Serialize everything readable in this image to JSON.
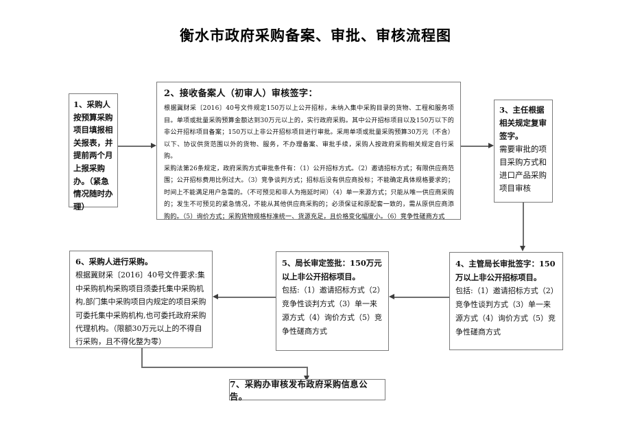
{
  "title": "衡水市政府采购备案、审批、审核流程图",
  "boxes": {
    "box1": {
      "id": "1",
      "text": "1、采购人按预算采购项目填报相关报表，并提前两个月上报采购办。（紧急情况随时办理）"
    },
    "box2": {
      "heading": "2、接收备案人（初审人）审核签字：",
      "para1": "根据冀财采〔2016〕40号文件规定150万以上公开招标，未纳入集中采购目录的货物、工程和服务项目。单项或批量采购预算金额达到30万元以上的，实行政府采购。其中公开招标项目以及150万以下的非公开招标项目备案；150万以上非公开招标项目进行审批。采用单项或批量采购预算30万元（不含）以下、协议供货范围以外的货物、服务，不办理备案、审批手续，采购人按政府采购相关规定自行采购。",
      "para2": "采购法第26条规定，政府采购方式审批条件有：（1）公开招标方式。（2）邀请招标方式；有限供应商范围；公开招标费用比例过大。（3）竞争谈判方式；招标后没有供应商投标；不能确定具体规格要求的；时间上不能满足用户急需的。（不可预见和非人为拖延时间）（4）单一来源方式；只能从唯一供应商采购的；发生不可预见的紧急情况，不能从其他供应商采购的；必须保证和原配套一致的，需从原供应商添购的。（5）询价方式；采购货物规格标准统一、货源充足，且价格变化幅度小。（6）竞争性磋商方式"
    },
    "box3": {
      "heading": "3、主任根据相关规定复审签字。",
      "body": "需要审批的项目采购方式和进口产品采购项目审核"
    },
    "box4": {
      "heading": "4、主管局长审批签字：150万以上非公开招标项目。",
      "body": "包括:（1）邀请招标方式（2）竞争性谈判方式（3）单一来源方式（4）询价方式（5）竞争性磋商方式"
    },
    "box5": {
      "heading": "5、局长审定签批：150万元以上非公开招标项目。",
      "body": "包括:（1）邀请招标方式（2）竞争性谈判方式（3）单一来源方式（4）询价方式（5）竞争性磋商方式"
    },
    "box6": {
      "heading": "6、采购人进行采购。",
      "body": "根据冀财采〔2016〕40号文件要求:集中采购机构采购项目须委托集中采购机构,部门集中采购项目内规定的项目采购可委托集中采购机构,也可委托政府采购代理机构。（限额30万元以上的不得自行采购，且不得化整为零）"
    },
    "box7": {
      "text": "7、采购办审核发布政府采购信息公告。"
    }
  },
  "connectors": [
    {
      "name": "box1-to-box2",
      "direction": "right"
    },
    {
      "name": "box2-to-box3",
      "direction": "right"
    },
    {
      "name": "box3-to-box4",
      "direction": "down"
    },
    {
      "name": "box4-to-box5",
      "direction": "left"
    },
    {
      "name": "box5-to-box6",
      "direction": "left"
    },
    {
      "name": "box6-to-box7",
      "direction": "down"
    }
  ],
  "colors": {
    "background": "#ffffff",
    "box_border": "#7a7a7a",
    "text": "#111111",
    "connector": "#6e6e6e",
    "arrow_head": "#3d3d3d"
  }
}
